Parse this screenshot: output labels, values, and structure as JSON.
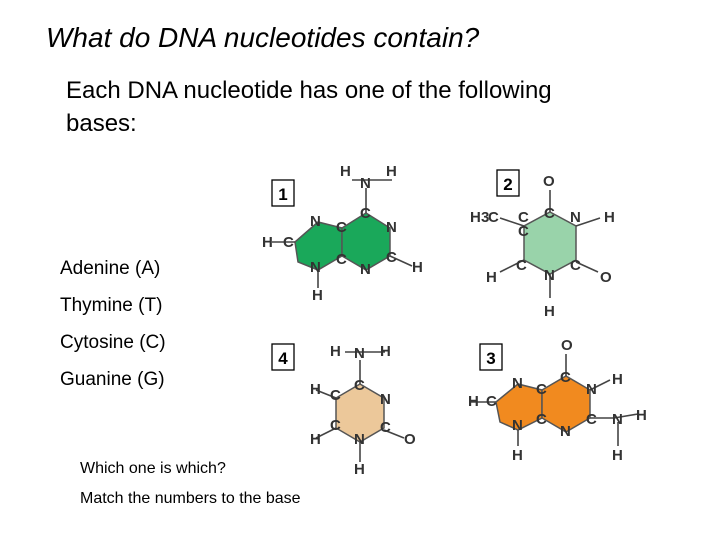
{
  "title": "What do DNA nucleotides contain?",
  "subtitle": "Each DNA nucleotide has one of the following bases:",
  "bases": [
    "Adenine (A)",
    "Thymine (T)",
    "Cytosine (C)",
    "Guanine (G)"
  ],
  "question_1": "Which one is which?",
  "question_2": "Match the numbers to the base",
  "molecules": [
    {
      "number": "1",
      "fill_color": "#1aa85a"
    },
    {
      "number": "2",
      "fill_color": "#99d3aa"
    },
    {
      "number": "3",
      "fill_color": "#f18a1f"
    },
    {
      "number": "4",
      "fill_color": "#ecc89a"
    }
  ]
}
